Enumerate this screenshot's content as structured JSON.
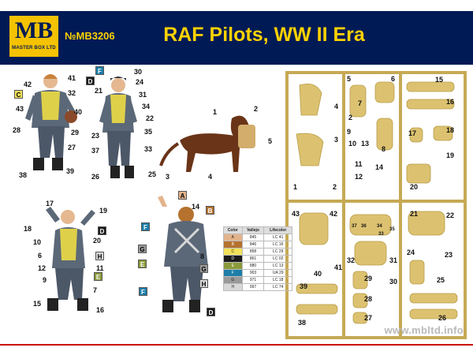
{
  "brand": {
    "logo_text": "MB",
    "logo_subtitle": "MASTER BOX LTD",
    "catalog_number": "№MB3206"
  },
  "title": "RAF Pilots, WW II Era",
  "figures": {
    "figure1_labels": [
      "42",
      "41",
      "C",
      "32",
      "43",
      "40",
      "28",
      "29",
      "27",
      "38",
      "39"
    ],
    "figure2_labels": [
      "F",
      "30",
      "D",
      "24",
      "21",
      "31",
      "34",
      "22",
      "23",
      "35",
      "37",
      "33",
      "26",
      "25"
    ],
    "dog_labels": [
      "1",
      "2",
      "5",
      "3",
      "4"
    ],
    "figure3_labels": [
      "17",
      "19",
      "18",
      "D",
      "10",
      "20",
      "6",
      "H",
      "12",
      "11",
      "9",
      "E",
      "7",
      "15",
      "16"
    ],
    "figure4_labels": [
      "A",
      "14",
      "B",
      "F",
      "G",
      "8",
      "E",
      "G",
      "H",
      "F",
      "D"
    ]
  },
  "sprue_labels": [
    "5",
    "6",
    "15",
    "4",
    "7",
    "16",
    "2",
    "3",
    "9",
    "10",
    "13",
    "17",
    "18",
    "8",
    "11",
    "12",
    "14",
    "19",
    "1",
    "2",
    "20",
    "43",
    "42",
    "21",
    "22",
    "37",
    "36",
    "34",
    "35",
    "33",
    "41",
    "24",
    "23",
    "40",
    "32",
    "31",
    "30",
    "39",
    "29",
    "25",
    "28",
    "38",
    "27",
    "26"
  ],
  "paint_legend": {
    "headers": [
      "Color",
      "Vallejo",
      "Lifecolor"
    ],
    "rows": [
      {
        "code": "A",
        "color": "#e3b48c",
        "vallejo": "845",
        "lifecolor": "LC 41"
      },
      {
        "code": "B",
        "color": "#b5722e",
        "vallejo": "846",
        "lifecolor": "LC 16"
      },
      {
        "code": "C",
        "color": "#f2e25a",
        "vallejo": "858",
        "lifecolor": "LC 29"
      },
      {
        "code": "D",
        "color": "#1a1a1a",
        "vallejo": "861",
        "lifecolor": "LC 02"
      },
      {
        "code": "E",
        "color": "#8a9a3a",
        "vallejo": "880",
        "lifecolor": "LC 13"
      },
      {
        "code": "F",
        "color": "#1d7ea8",
        "vallejo": "903",
        "lifecolor": "UA 29"
      },
      {
        "code": "G",
        "color": "#9a9a9a",
        "vallejo": "971",
        "lifecolor": "LC 18"
      },
      {
        "code": "H",
        "color": "#d8d8d8",
        "vallejo": "997",
        "lifecolor": "LC 74"
      }
    ]
  },
  "website": "www.mbltd.info",
  "colors": {
    "header_bg": "#001a55",
    "title_yellow": "#ffd200",
    "sprue": "#dcc270",
    "sprue_dark": "#b79c48",
    "uniform": "#5b6878",
    "vest": "#dfd04a",
    "dog": "#6a3418"
  }
}
